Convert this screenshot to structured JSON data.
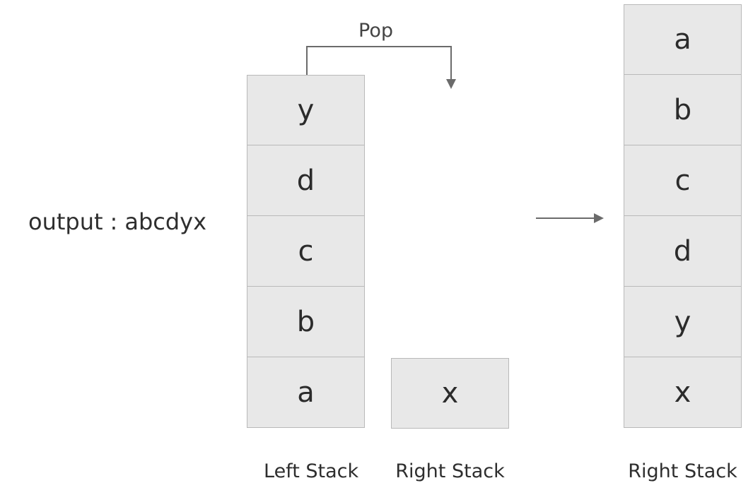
{
  "output": {
    "label": "output",
    "separator": ":",
    "value": "abcdyx"
  },
  "pop_label": "Pop",
  "left_stack": {
    "caption": "Left Stack",
    "items": [
      "y",
      "d",
      "c",
      "b",
      "a"
    ]
  },
  "right_stack_before": {
    "caption": "Right Stack",
    "items": [
      "x"
    ]
  },
  "right_stack_after": {
    "caption": "Right Stack",
    "items": [
      "a",
      "b",
      "c",
      "d",
      "y",
      "x"
    ]
  },
  "colors": {
    "cell_fill": "#e8e8e8",
    "cell_border": "#b9b9b9",
    "arrow": "#6b6b6b",
    "text": "#2e2e2e"
  }
}
